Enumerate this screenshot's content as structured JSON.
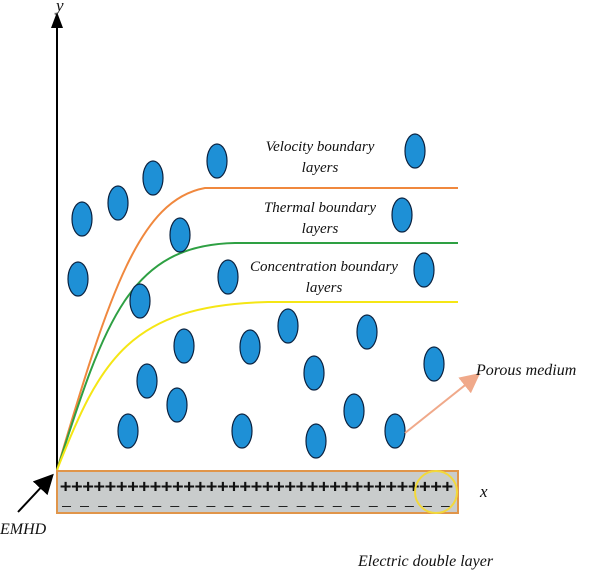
{
  "axes": {
    "y_label": "y",
    "x_label": "x"
  },
  "curves": [
    {
      "key": "velocity",
      "label_line1": "Velocity boundary",
      "label_line2": "layers",
      "color": "#F0883E"
    },
    {
      "key": "thermal",
      "label_line1": "Thermal boundary",
      "label_line2": "layers",
      "color": "#2EA043"
    },
    {
      "key": "concentration",
      "label_line1": "Concentration boundary",
      "label_line2": "layers",
      "color": "#F5E615"
    }
  ],
  "labels": {
    "porous_medium": "Porous medium",
    "emhd": "EMHD",
    "electric_double_layer": "Electric double layer"
  },
  "plate": {
    "top_charges": "+++++++++++++++++++++++++++++++++++",
    "bottom_charges": "— — — — — — — — — — — — — — — — — — — — — —",
    "fill": "#C9CCCC",
    "border": "#E0954A"
  },
  "particles": {
    "fill": "#1E90D6",
    "stroke": "#0B2240"
  },
  "highlight_color": "#F2D93A",
  "porous_arrow_color": "#F0A98A"
}
